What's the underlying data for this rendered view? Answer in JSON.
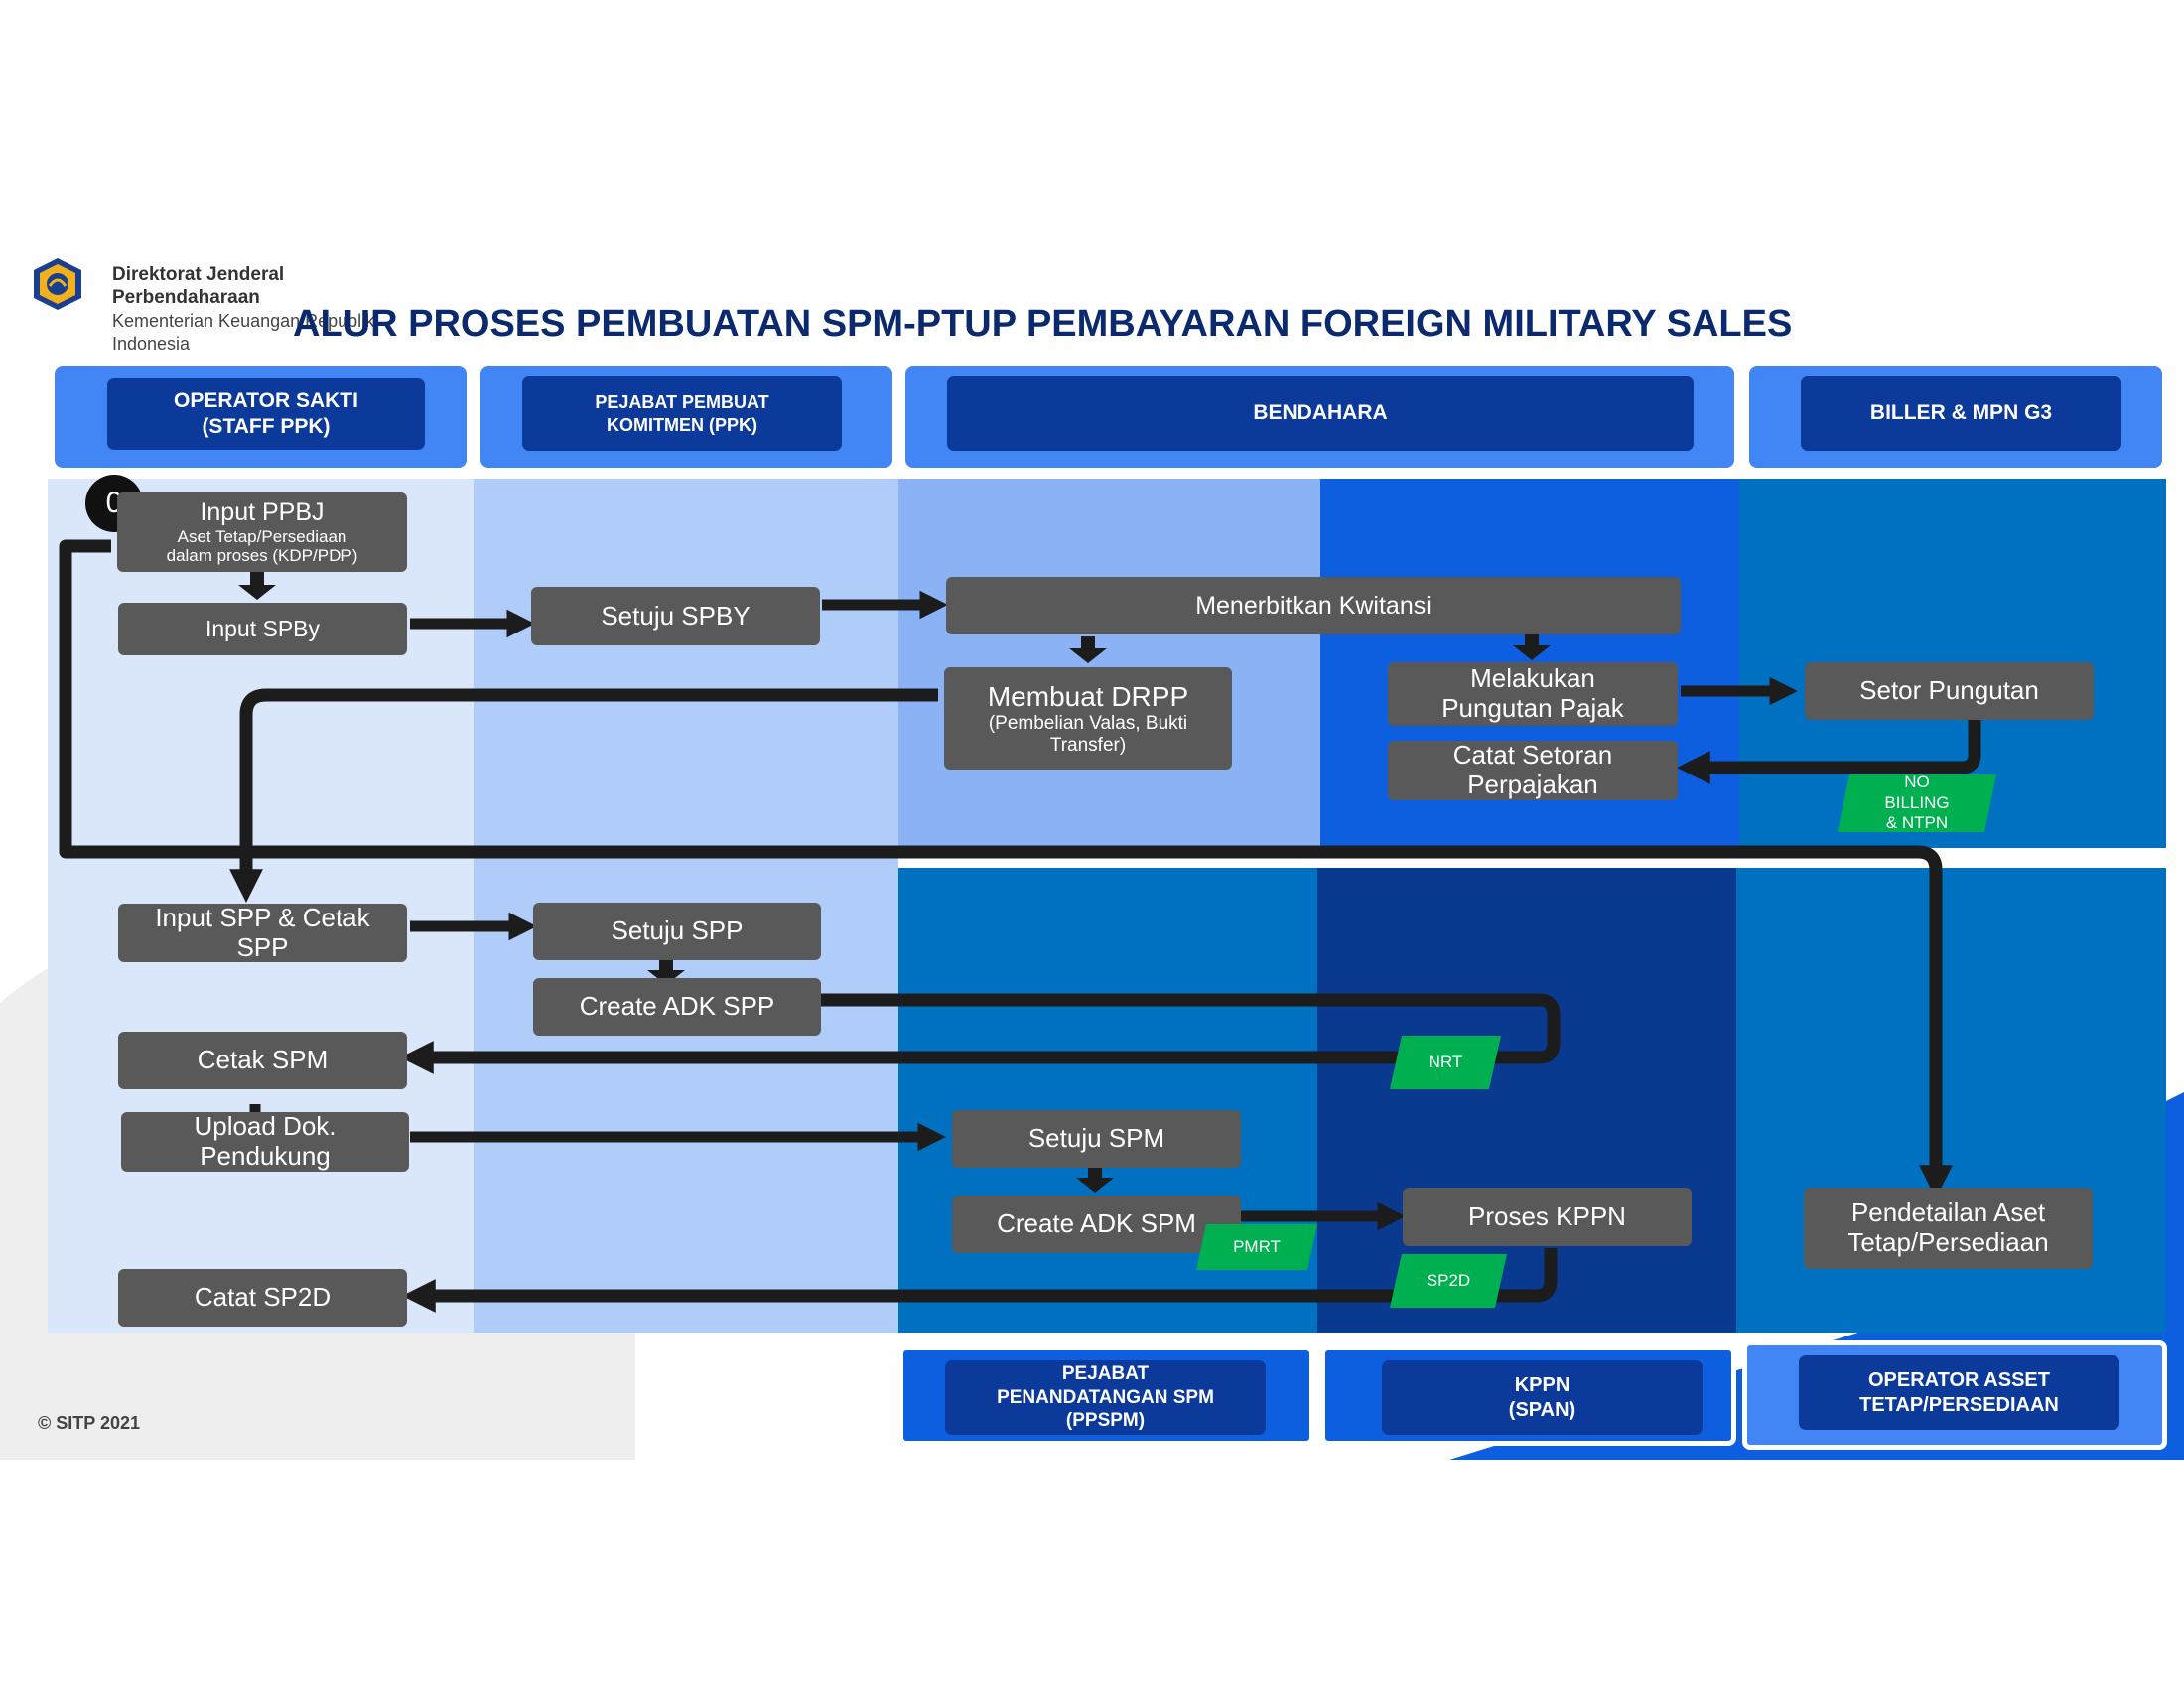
{
  "header": {
    "org_line1": "Direktorat Jenderal",
    "org_line2": "Perbendaharaan",
    "org_line3": "Kementerian Keuangan Republik",
    "org_line4": "Indonesia",
    "title": "ALUR PROSES PEMBUATAN SPM-PTUP PEMBAYARAN FOREIGN MILITARY SALES"
  },
  "lanes_top": [
    "OPERATOR SAKTI\n(STAFF PPK)",
    "PEJABAT PEMBUAT\nKOMITMEN (PPK)",
    "BENDAHARA",
    "BILLER & MPN G3"
  ],
  "lanes_bottom": [
    "PEJABAT\nPENANDATANGAN SPM\n(PPSPM)",
    "KPPN\n(SPAN)",
    "OPERATOR ASSET\nTETAP/PERSEDIAAN"
  ],
  "start_marker": "0",
  "steps": {
    "input_ppbj": {
      "title": "Input PPBJ",
      "sub": "Aset Tetap/Persediaan\ndalam proses (KDP/PDP)"
    },
    "input_spby": "Input SPBy",
    "setuju_spby": "Setuju SPBY",
    "menerbitkan_kwitansi": "Menerbitkan Kwitansi",
    "membuat_drpp": {
      "title": "Membuat DRPP",
      "sub": "(Pembelian Valas, Bukti\nTransfer)"
    },
    "melakukan_pungutan": "Melakukan\nPungutan Pajak",
    "catat_setoran": "Catat Setoran\nPerpajakan",
    "setor_pungutan": "Setor Pungutan",
    "input_spp": "Input SPP & Cetak\nSPP",
    "setuju_spp": "Setuju SPP",
    "create_adk_spp": "Create ADK SPP",
    "cetak_spm": "Cetak SPM",
    "upload_dok": "Upload Dok.\nPendukung",
    "setuju_spm": "Setuju SPM",
    "create_adk_spm": "Create ADK SPM",
    "proses_kppn": "Proses KPPN",
    "pendetailan_aset": "Pendetailan Aset\nTetap/Persediaan",
    "catat_sp2d": "Catat SP2D"
  },
  "tags": {
    "no_billing": "NO\nBILLING\n& NTPN",
    "nrt": "NRT",
    "pmrt": "PMRT",
    "sp2d": "SP2D"
  },
  "footer": {
    "copyright": "© SITP 2021"
  },
  "colors": {
    "lane_header_outer": "#4285f4",
    "lane_header_inner": "#0b3a9a",
    "step_box": "#595959",
    "tag": "#00b050",
    "title": "#0b2a6e"
  }
}
